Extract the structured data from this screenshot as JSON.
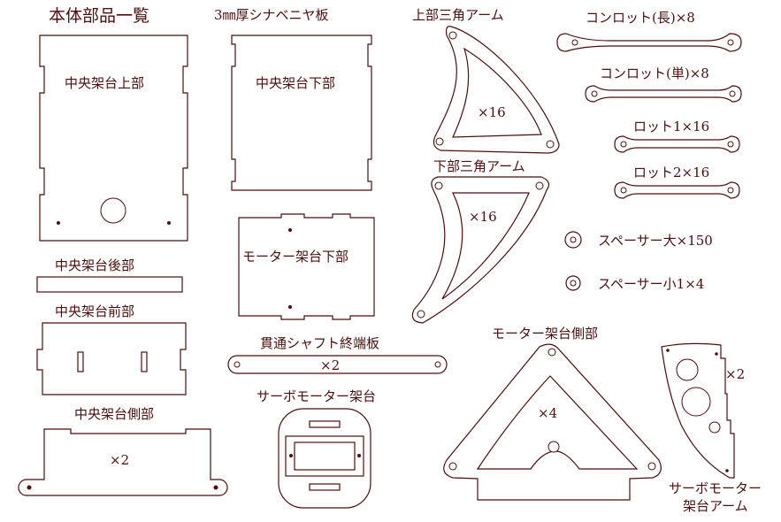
{
  "title": "本体部品一覧",
  "material": "3㎜厚シナベニヤ板",
  "parts": {
    "center_top": {
      "label": "中央架台上部"
    },
    "center_bottom": {
      "label": "中央架台下部"
    },
    "center_rear": {
      "label": "中央架台後部"
    },
    "center_front": {
      "label": "中央架台前部"
    },
    "center_side": {
      "label": "中央架台側部",
      "qty": "×2"
    },
    "motor_bottom": {
      "label": "モーター架台下部"
    },
    "through_shaft": {
      "label": "貫通シャフト終端板",
      "qty": "×2"
    },
    "servo_mount": {
      "label": "サーボモーター架台"
    },
    "upper_arm": {
      "label": "上部三角アーム",
      "qty": "×16"
    },
    "lower_arm": {
      "label": "下部三角アーム",
      "qty": "×16"
    },
    "conrod_long": {
      "label": "コンロット(長)×8"
    },
    "conrod_short": {
      "label": "コンロット(単)×8"
    },
    "rod1": {
      "label": "ロット1×16"
    },
    "rod2": {
      "label": "ロット2×16"
    },
    "spacer_large": {
      "label": "スペーサー大×150"
    },
    "spacer_small": {
      "label": "スペーサー小1×4"
    },
    "motor_side": {
      "label": "モーター架台側部",
      "qty": "×4"
    },
    "servo_arm": {
      "label_line1": "サーボモーター",
      "label_line2": "架台アーム",
      "qty": "×2"
    }
  }
}
